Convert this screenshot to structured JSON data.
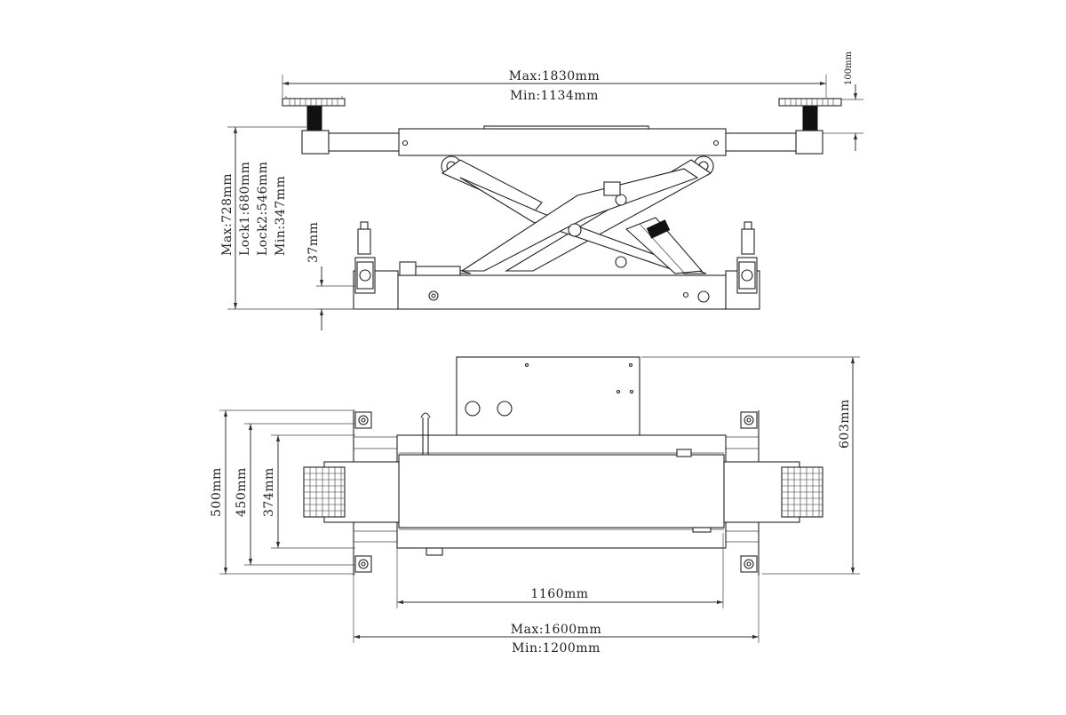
{
  "side_view": {
    "top_max": "Max:1830mm",
    "top_min": "Min:1134mm",
    "pad_height": "100mm",
    "height_max": "Max:728mm",
    "height_lock1": "Lock1:680mm",
    "height_lock2": "Lock2:546mm",
    "height_min": "Min:347mm",
    "base_height": "37mm"
  },
  "plan_view": {
    "width_500": "500mm",
    "width_450": "450mm",
    "width_374": "374mm",
    "depth_603": "603mm",
    "frame_length": "1160mm",
    "overall_max": "Max:1600mm",
    "overall_min": "Min:1200mm"
  }
}
